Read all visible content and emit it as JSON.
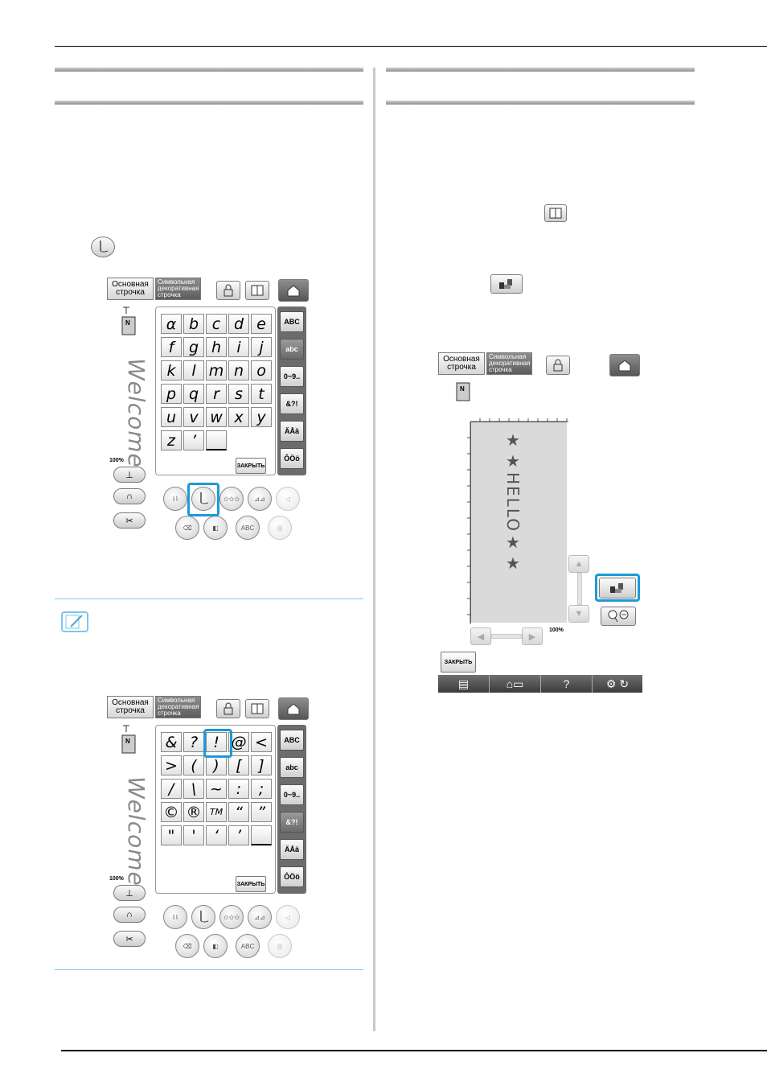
{
  "panel_top": {
    "tab_basic": "Основная строчка",
    "tab_char": "Символьная декоративная строчка",
    "side_text": "Welcome",
    "zoom": "100%",
    "keys": [
      "α",
      "b",
      "c",
      "d",
      "e",
      "f",
      "g",
      "h",
      "i",
      "j",
      "k",
      "l",
      "m",
      "n",
      "o",
      "p",
      "q",
      "r",
      "s",
      "t",
      "u",
      "v",
      "w",
      "x",
      "y",
      "z",
      "’",
      "__"
    ],
    "right_tabs": [
      "ABC",
      "abc",
      "0~9..",
      "&?!",
      "ÄÅä",
      "ÔÖö"
    ],
    "active_tab": 1,
    "close": "ЗАКРЫТЬ"
  },
  "panel_bottom": {
    "tab_basic": "Основная строчка",
    "tab_char": "Символьная декоративная строчка",
    "side_text": "Welcome!",
    "zoom": "100%",
    "keys": [
      "&",
      "?",
      "!",
      "@",
      "<",
      ">",
      "(",
      ")",
      "[",
      "]",
      "/",
      "\\",
      "~",
      ":",
      ";",
      "©",
      "®",
      "TM",
      "“",
      "”",
      "\"",
      "'",
      "‘",
      "’",
      "__"
    ],
    "right_tabs": [
      "ABC",
      "abc",
      "0~9..",
      "&?!",
      "ÄÅä",
      "ÔÖö"
    ],
    "active_tab": 3,
    "close": "ЗАКРЫТЬ"
  },
  "panel_right": {
    "tab_basic": "Основная строчка",
    "tab_char": "Символьная декоративная строчка",
    "design_text": "★★HELLO★★",
    "zoom": "100%",
    "close": "ЗАКРЫТЬ",
    "help_label": "?"
  },
  "colors": {
    "highlight": "#1b9ad6",
    "memo_line": "#7dc7ea"
  },
  "icons": [
    "presser-foot-icon",
    "home-icon",
    "lock-icon",
    "book-icon",
    "spool-icon",
    "scissors-icon",
    "magnifier-icon",
    "arrow-up-icon",
    "arrow-down-icon",
    "arrow-left-icon",
    "arrow-right-icon",
    "memo-icon"
  ]
}
